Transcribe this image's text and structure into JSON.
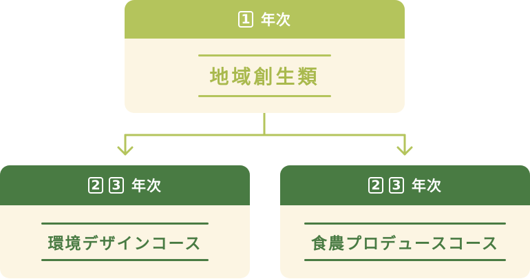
{
  "colors": {
    "first_year_accent": "#b4c45c",
    "upper_year_accent": "#497b43",
    "card_background": "#fcf5e3"
  },
  "first_year": {
    "year_number": "1",
    "year_label": "年次",
    "course": "地域創生類"
  },
  "branches": [
    {
      "year_numbers": [
        "2",
        "3"
      ],
      "year_label": "年次",
      "course": "環境デザインコース"
    },
    {
      "year_numbers": [
        "2",
        "3"
      ],
      "year_label": "年次",
      "course": "食農プロデュースコース"
    }
  ],
  "icons": [
    "arrow-down-icon",
    "arrow-down-icon"
  ]
}
